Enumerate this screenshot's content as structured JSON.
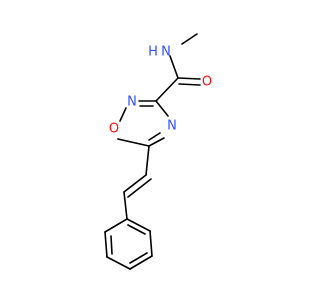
{
  "molecule": {
    "atoms": {
      "amide_n": {
        "element": "N",
        "label": "H",
        "label2": "N"
      },
      "carbonyl_o": {
        "element": "O",
        "label": "O"
      },
      "ring_n2": {
        "element": "N",
        "label": "N"
      },
      "ring_o1": {
        "element": "O",
        "label": "O"
      },
      "ring_n4": {
        "element": "N",
        "label": "N"
      }
    },
    "colors": {
      "carbon": "#000000",
      "nitrogen": "#3050F8",
      "oxygen": "#FF0D0D",
      "background": "#FFFFFF"
    }
  }
}
